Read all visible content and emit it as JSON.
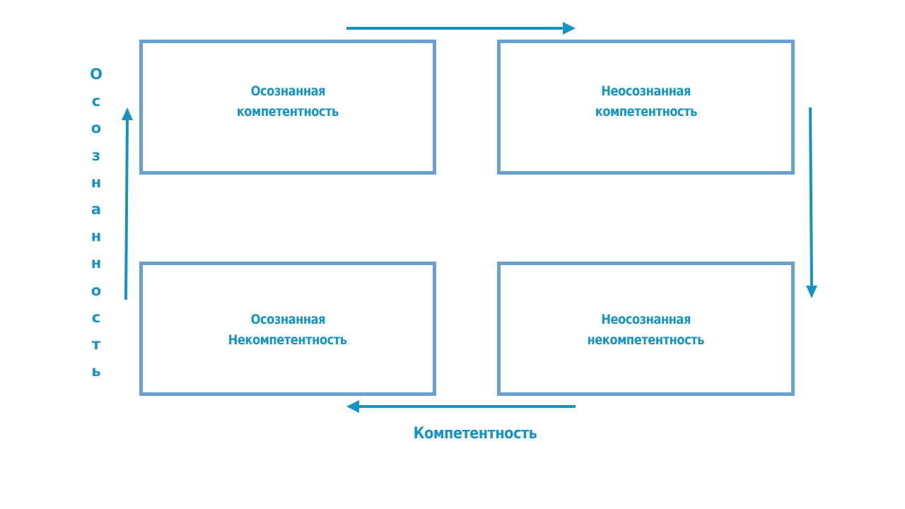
{
  "colors": {
    "box_border": "#6a9fd2",
    "text": "#1593c3",
    "arrow": "#1593c3",
    "background": "#ffffff"
  },
  "quadrants": {
    "top_left": {
      "line1": "Осознанная",
      "line2": "компетентность"
    },
    "top_right": {
      "line1": "Неосознанная",
      "line2": "компетентность"
    },
    "bottom_left": {
      "line1": "Осознанная",
      "line2": "Некомпетентность"
    },
    "bottom_right": {
      "line1": "Неосознанная",
      "line2": "некомпетентность"
    }
  },
  "axes": {
    "vertical_label": "Осознанность",
    "horizontal_label": "Компетентность"
  }
}
